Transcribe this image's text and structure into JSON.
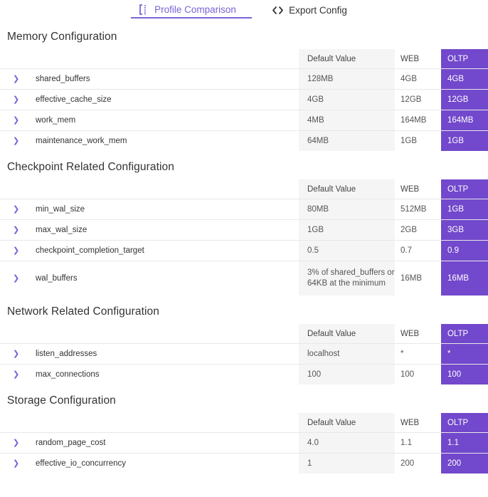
{
  "tabs": [
    {
      "label": "Profile Comparison",
      "icon": "profile-comparison-icon",
      "active": true
    },
    {
      "label": "Export Config",
      "icon": "code-brackets-icon",
      "active": false
    }
  ],
  "colors": {
    "accent_purple": "#7b61d8",
    "oltp_column": "#7248cc",
    "default_value_bg": "#f5f5f5",
    "row_divider": "#e8e8e8"
  },
  "columns": {
    "name": "",
    "default_value": "Default Value",
    "web": "WEB",
    "oltp": "OLTP"
  },
  "sections": [
    {
      "title": "Memory Configuration",
      "rows": [
        {
          "name": "shared_buffers",
          "default": "128MB",
          "web": "4GB",
          "oltp": "4GB"
        },
        {
          "name": "effective_cache_size",
          "default": "4GB",
          "web": "12GB",
          "oltp": "12GB"
        },
        {
          "name": "work_mem",
          "default": "4MB",
          "web": "164MB",
          "oltp": "164MB"
        },
        {
          "name": "maintenance_work_mem",
          "default": "64MB",
          "web": "1GB",
          "oltp": "1GB"
        }
      ]
    },
    {
      "title": "Checkpoint Related Configuration",
      "rows": [
        {
          "name": "min_wal_size",
          "default": "80MB",
          "web": "512MB",
          "oltp": "1GB"
        },
        {
          "name": "max_wal_size",
          "default": "1GB",
          "web": "2GB",
          "oltp": "3GB"
        },
        {
          "name": "checkpoint_completion_target",
          "default": "0.5",
          "web": "0.7",
          "oltp": "0.9"
        },
        {
          "name": "wal_buffers",
          "default": "3% of shared_buffers or 64KB at the minimum",
          "web": "16MB",
          "oltp": "16MB",
          "tall": true
        }
      ]
    },
    {
      "title": "Network Related Configuration",
      "rows": [
        {
          "name": "listen_addresses",
          "default": "localhost",
          "web": "*",
          "oltp": "*"
        },
        {
          "name": "max_connections",
          "default": "100",
          "web": "100",
          "oltp": "100"
        }
      ]
    },
    {
      "title": "Storage Configuration",
      "rows": [
        {
          "name": "random_page_cost",
          "default": "4.0",
          "web": "1.1",
          "oltp": "1.1"
        },
        {
          "name": "effective_io_concurrency",
          "default": "1",
          "web": "200",
          "oltp": "200"
        }
      ]
    }
  ]
}
